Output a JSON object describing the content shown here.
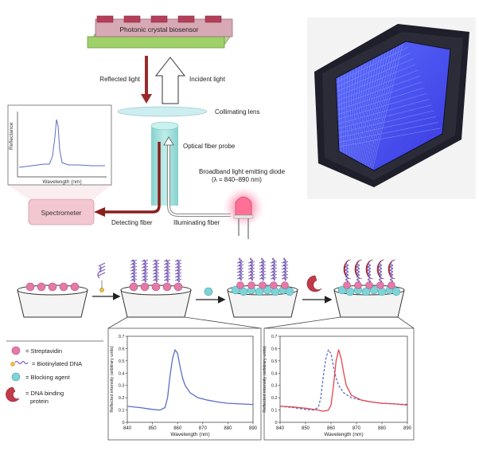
{
  "top": {
    "sensor_label": "Photonic crystal biosensor",
    "reflected_light": "Reflected light",
    "incident_light": "Incident light",
    "collimating_lens": "Collimating lens",
    "optical_fiber_probe": "Optical fiber probe",
    "led_label": "Broadband light emitting diode",
    "led_range": "(λ = 840–890 nm)",
    "spectrometer": "Spectrometer",
    "detecting_fiber": "Detecting fiber",
    "illuminating_fiber": "Illuminating fiber",
    "inset_ylabel": "Reflectance",
    "inset_xlabel": "Wavelength (nm)"
  },
  "legend": {
    "streptavidin": "= Streptavidin",
    "biotinylated_dna": "= Biotinylated DNA",
    "blocking_agent": "= Blocking agent",
    "dna_binding_line1": "= DNA binding",
    "dna_binding_line2": "protein"
  },
  "colors": {
    "blue_curve": "#5a6fc6",
    "red_curve": "#e2454d",
    "streptavidin": "#e47aa8",
    "blocking_agent": "#7fd3d6",
    "dna": "#7b5fb8",
    "protein": "#c23a4a",
    "fiber_red": "#8a1f1f",
    "fiber_probe": "#8fd6d2",
    "spectrometer": "#f2c7d0"
  },
  "chart_data": [
    {
      "type": "line",
      "xlabel": "Wavelength (nm)",
      "ylabel": "Reflected intensity (arbitrary units)",
      "xlim": [
        840,
        890
      ],
      "ylim": [
        0,
        0.7
      ],
      "xticks": [
        840,
        850,
        860,
        870,
        880,
        890
      ],
      "yticks": [
        0,
        0.1,
        0.2,
        0.3,
        0.4,
        0.5,
        0.6,
        0.7
      ],
      "series": [
        {
          "style": "solid",
          "color": "#5a6fc6",
          "x": [
            840,
            845,
            850,
            853,
            855,
            856,
            857,
            858,
            859,
            860,
            861,
            862,
            863,
            865,
            868,
            872,
            876,
            880,
            885,
            890
          ],
          "y": [
            0.13,
            0.12,
            0.105,
            0.1,
            0.12,
            0.2,
            0.38,
            0.52,
            0.59,
            0.56,
            0.45,
            0.36,
            0.3,
            0.24,
            0.2,
            0.18,
            0.165,
            0.155,
            0.15,
            0.145
          ]
        }
      ]
    },
    {
      "type": "line",
      "xlabel": "Wavelength (nm)",
      "ylabel": "Reflected intensity (arbitrary units)",
      "xlim": [
        840,
        890
      ],
      "ylim": [
        0,
        0.7
      ],
      "xticks": [
        840,
        850,
        860,
        870,
        880,
        890
      ],
      "yticks": [
        0,
        0.1,
        0.2,
        0.3,
        0.4,
        0.5,
        0.6,
        0.7
      ],
      "series": [
        {
          "style": "dashed",
          "color": "#5a6fc6",
          "x": [
            840,
            845,
            850,
            853,
            855,
            856,
            857,
            858,
            859,
            860,
            861,
            862,
            863,
            865,
            868,
            872,
            876,
            880,
            885,
            890
          ],
          "y": [
            0.13,
            0.12,
            0.105,
            0.1,
            0.12,
            0.2,
            0.38,
            0.52,
            0.59,
            0.56,
            0.45,
            0.36,
            0.3,
            0.24,
            0.2,
            0.18,
            0.165,
            0.155,
            0.15,
            0.145
          ]
        },
        {
          "style": "solid",
          "color": "#e2454d",
          "x": [
            840,
            845,
            850,
            855,
            857,
            859,
            860,
            861,
            862,
            863,
            864,
            865,
            866,
            868,
            872,
            876,
            880,
            885,
            890
          ],
          "y": [
            0.13,
            0.125,
            0.115,
            0.1,
            0.09,
            0.1,
            0.14,
            0.3,
            0.5,
            0.59,
            0.52,
            0.4,
            0.3,
            0.22,
            0.18,
            0.165,
            0.155,
            0.15,
            0.14
          ]
        }
      ]
    }
  ]
}
